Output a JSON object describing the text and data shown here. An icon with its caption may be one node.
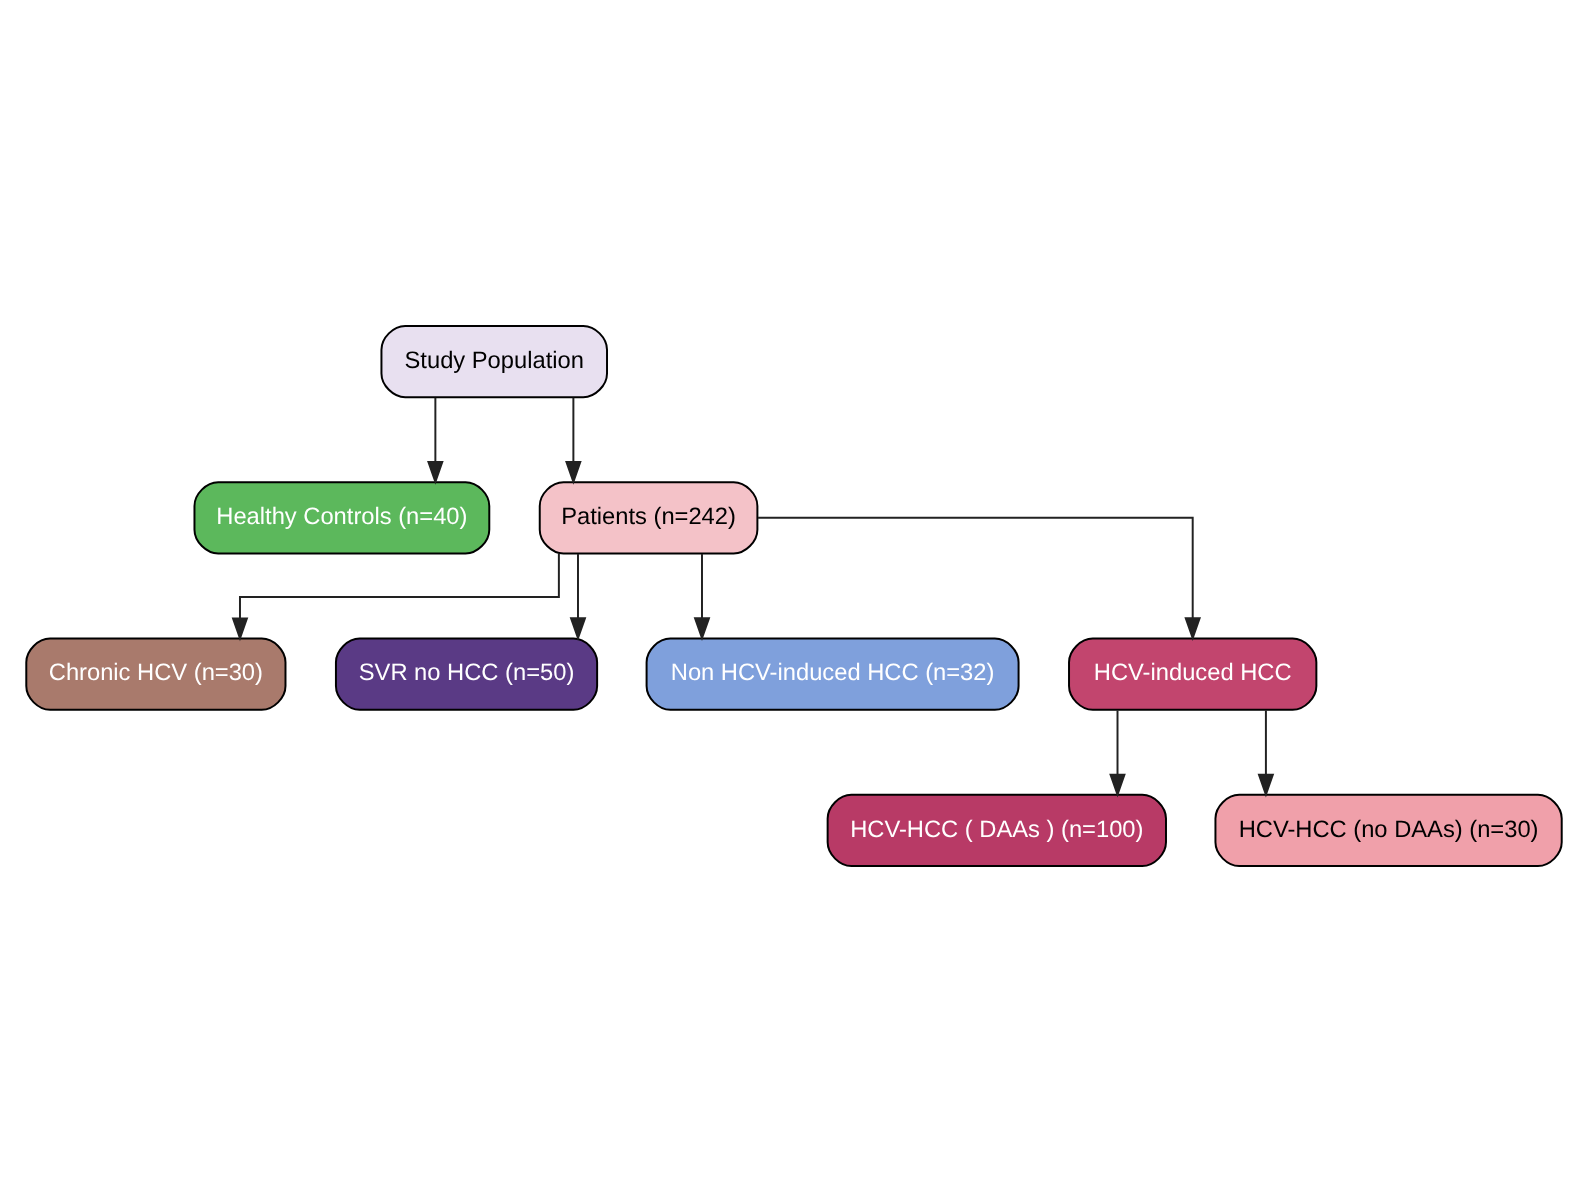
{
  "diagram": {
    "nodes": [
      {
        "text": [
          "Study Population"
        ]
      },
      {
        "text": [
          "Healthy Controls (n=40)"
        ]
      },
      {
        "text": [
          "Patients (n=242)"
        ]
      },
      {
        "text": [
          "Chronic HCV (n=30)"
        ]
      },
      {
        "text": [
          "SVR no HCC (n=50)"
        ]
      },
      {
        "text": [
          "Non HCV-induced HCC (n=32)"
        ]
      },
      {
        "text": [
          "HCV-induced HCC"
        ]
      },
      {
        "text": [
          "HCV-HCC ( DAAs ) (n=100)"
        ]
      },
      {
        "text": [
          "HCV-HCC (no DAAs) (n=30)"
        ]
      }
    ],
    "edges": [
      {
        "from": 0,
        "to": 1,
        "arrow": "to"
      },
      {
        "from": 0,
        "to": 2,
        "arrow": "to"
      },
      {
        "from": 2,
        "to": 3,
        "arrow": "to"
      },
      {
        "from": 2,
        "to": 4,
        "arrow": "to"
      },
      {
        "from": 2,
        "to": 5,
        "arrow": "to"
      },
      {
        "from": 2,
        "to": 6,
        "arrow": "to"
      },
      {
        "from": 6,
        "to": 7,
        "arrow": "to"
      },
      {
        "from": 6,
        "to": 8,
        "arrow": "to"
      }
    ]
  }
}
